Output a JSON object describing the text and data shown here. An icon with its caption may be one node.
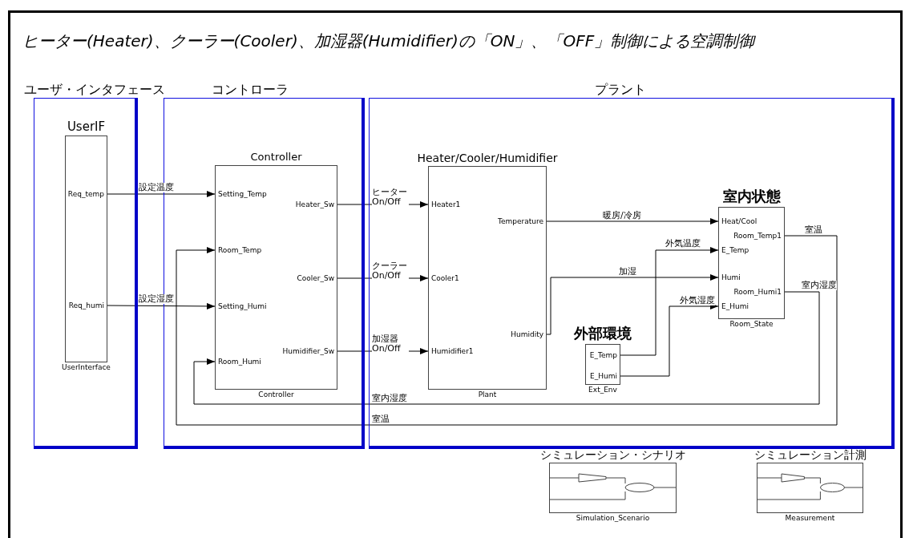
{
  "diagram": {
    "title": "ヒーター(Heater)、クーラー(Cooler)、加湿器(Humidifier)の「ON」、「OFF」制御による空調制御",
    "nodes": [
      {
        "text": [
          "ユーザ・インタフェース"
        ]
      },
      {
        "text": [
          "コントローラ"
        ]
      },
      {
        "text": [
          "プラント"
        ]
      },
      {
        "text": [
          "UserIF",
          "Req_temp",
          "Req_humi"
        ],
        "beside": [
          "UserInterface"
        ],
        "in": 0
      },
      {
        "text": [
          "Controller",
          "Setting_Temp",
          "Heater_Sw",
          "Room_Temp",
          "Cooler_Sw",
          "Setting_Humi",
          "Humidifier_Sw",
          "Room_Humi"
        ],
        "beside": [
          "Controller"
        ],
        "in": 1
      },
      {
        "text": [
          "Heater/Cooler/Humidifier",
          "Heater1",
          "Temperature",
          "Cooler1",
          "Humidity",
          "Humidifier1"
        ],
        "beside": [
          "Plant"
        ],
        "in": 2
      },
      {
        "text": [
          "室内状態",
          "Heat/Cool",
          "Room_Temp1",
          "E_Temp",
          "Humi",
          "Room_Humi1",
          "E_Humi"
        ],
        "beside": [
          "Room_State"
        ],
        "in": 2
      },
      {
        "text": [
          "外部環境",
          "E_Temp",
          "E_Humi"
        ],
        "beside": [
          "Ext_Env"
        ],
        "in": 2
      },
      {
        "text": [
          "シミュレーション・シナリオ"
        ],
        "beside": [
          "Simulation_Scenario"
        ]
      },
      {
        "text": [
          "シミュレーション計測"
        ],
        "beside": [
          "Measurement"
        ]
      }
    ],
    "edges": [
      {
        "from": 3,
        "to": 4,
        "arrow": "to",
        "label": "設定温度"
      },
      {
        "from": 3,
        "to": 4,
        "arrow": "to",
        "label": "設定湿度"
      },
      {
        "from": 4,
        "to": 5,
        "arrow": "to",
        "label": "ヒーター On/Off"
      },
      {
        "from": 4,
        "to": 5,
        "arrow": "to",
        "label": "クーラー On/Off"
      },
      {
        "from": 4,
        "to": 5,
        "arrow": "to",
        "label": "加湿器 On/Off"
      },
      {
        "from": 5,
        "to": 6,
        "arrow": "to",
        "label": "暖房/冷房"
      },
      {
        "from": 7,
        "to": 6,
        "arrow": "to",
        "label": "外気温度"
      },
      {
        "from": 5,
        "to": 6,
        "arrow": "to",
        "label": "加湿"
      },
      {
        "from": 7,
        "to": 6,
        "arrow": "to",
        "label": "外気湿度"
      },
      {
        "from": 6,
        "to": 4,
        "arrow": "to",
        "label": "室温"
      },
      {
        "from": 6,
        "to": 4,
        "arrow": "to",
        "label": "室内湿度"
      }
    ],
    "labels": [
      "室内湿度",
      "室温"
    ]
  }
}
